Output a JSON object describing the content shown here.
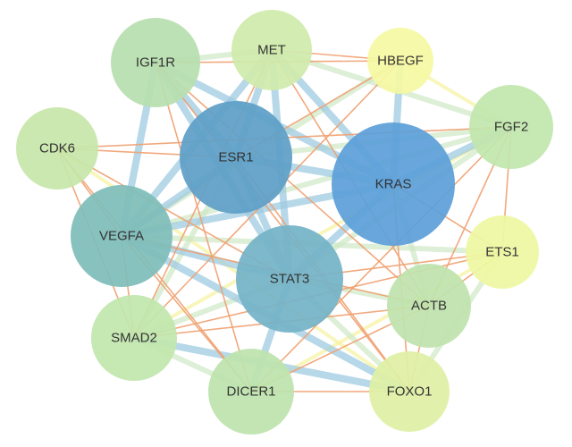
{
  "nodes": [
    {
      "id": "CDK6",
      "label": "CDK6",
      "color": "#c7e6aa"
    },
    {
      "id": "IGF1R",
      "label": "IGF1R",
      "color": "#b7dfae"
    },
    {
      "id": "MET",
      "label": "MET",
      "color": "#d0ebab"
    },
    {
      "id": "HBEGF",
      "label": "HBEGF",
      "color": "#f5f9a2"
    },
    {
      "id": "FGF2",
      "label": "FGF2",
      "color": "#c2e6ad"
    },
    {
      "id": "ESR1",
      "label": "ESR1",
      "color": "#5f9fc7"
    },
    {
      "id": "KRAS",
      "label": "KRAS",
      "color": "#5d9fd8"
    },
    {
      "id": "VEGFA",
      "label": "VEGFA",
      "color": "#7fbdb9"
    },
    {
      "id": "ETS1",
      "label": "ETS1",
      "color": "#eef7a3"
    },
    {
      "id": "STAT3",
      "label": "STAT3",
      "color": "#74b3c7"
    },
    {
      "id": "ACTB",
      "label": "ACTB",
      "color": "#bfe3ad"
    },
    {
      "id": "SMAD2",
      "label": "SMAD2",
      "color": "#c2e6ad"
    },
    {
      "id": "DICER1",
      "label": "DICER1",
      "color": "#bde3ad"
    },
    {
      "id": "FOXO1",
      "label": "FOXO1",
      "color": "#dff0a5"
    }
  ],
  "edges": [
    {
      "source": "KRAS",
      "target": "STAT3",
      "strength": "strong"
    },
    {
      "source": "KRAS",
      "target": "ESR1",
      "strength": "strong"
    },
    {
      "source": "KRAS",
      "target": "VEGFA",
      "strength": "strong"
    },
    {
      "source": "KRAS",
      "target": "FGF2",
      "strength": "strong"
    },
    {
      "source": "KRAS",
      "target": "IGF1R",
      "strength": "strong"
    },
    {
      "source": "KRAS",
      "target": "MET",
      "strength": "strong"
    },
    {
      "source": "KRAS",
      "target": "HBEGF",
      "strength": "strong"
    },
    {
      "source": "KRAS",
      "target": "ACTB",
      "strength": "medium"
    },
    {
      "source": "KRAS",
      "target": "FOXO1",
      "strength": "weak"
    },
    {
      "source": "KRAS",
      "target": "ETS1",
      "strength": "weak"
    },
    {
      "source": "ESR1",
      "target": "STAT3",
      "strength": "strong"
    },
    {
      "source": "ESR1",
      "target": "VEGFA",
      "strength": "strong"
    },
    {
      "source": "ESR1",
      "target": "IGF1R",
      "strength": "strong"
    },
    {
      "source": "ESR1",
      "target": "MET",
      "strength": "strong"
    },
    {
      "source": "ESR1",
      "target": "FGF2",
      "strength": "medium"
    },
    {
      "source": "ESR1",
      "target": "HBEGF",
      "strength": "weak"
    },
    {
      "source": "ESR1",
      "target": "CDK6",
      "strength": "weak"
    },
    {
      "source": "ESR1",
      "target": "SMAD2",
      "strength": "medium"
    },
    {
      "source": "ESR1",
      "target": "FOXO1",
      "strength": "weak"
    },
    {
      "source": "STAT3",
      "target": "VEGFA",
      "strength": "strong"
    },
    {
      "source": "STAT3",
      "target": "IGF1R",
      "strength": "strong"
    },
    {
      "source": "STAT3",
      "target": "MET",
      "strength": "strong"
    },
    {
      "source": "STAT3",
      "target": "FGF2",
      "strength": "medium"
    },
    {
      "source": "STAT3",
      "target": "DICER1",
      "strength": "strong"
    },
    {
      "source": "STAT3",
      "target": "FOXO1",
      "strength": "medium"
    },
    {
      "source": "STAT3",
      "target": "ACTB",
      "strength": "medium"
    },
    {
      "source": "STAT3",
      "target": "SMAD2",
      "strength": "medium"
    },
    {
      "source": "STAT3",
      "target": "CDK6",
      "strength": "weak"
    },
    {
      "source": "STAT3",
      "target": "ETS1",
      "strength": "weak"
    },
    {
      "source": "VEGFA",
      "target": "IGF1R",
      "strength": "strong"
    },
    {
      "source": "VEGFA",
      "target": "MET",
      "strength": "strong"
    },
    {
      "source": "VEGFA",
      "target": "FGF2",
      "strength": "medium"
    },
    {
      "source": "VEGFA",
      "target": "FOXO1",
      "strength": "strong"
    },
    {
      "source": "VEGFA",
      "target": "ETS1",
      "strength": "medium"
    },
    {
      "source": "VEGFA",
      "target": "ACTB",
      "strength": "weak"
    },
    {
      "source": "VEGFA",
      "target": "HBEGF",
      "strength": "medium"
    },
    {
      "source": "VEGFA",
      "target": "SMAD2",
      "strength": "weak"
    },
    {
      "source": "VEGFA",
      "target": "CDK6",
      "strength": "weak"
    },
    {
      "source": "VEGFA",
      "target": "DICER1",
      "strength": "weak"
    },
    {
      "source": "IGF1R",
      "target": "MET",
      "strength": "medium"
    },
    {
      "source": "IGF1R",
      "target": "HBEGF",
      "strength": "weak"
    },
    {
      "source": "IGF1R",
      "target": "ACTB",
      "strength": "weak"
    },
    {
      "source": "IGF1R",
      "target": "DICER1",
      "strength": "weak"
    },
    {
      "source": "IGF1R",
      "target": "FOXO1",
      "strength": "weak"
    },
    {
      "source": "MET",
      "target": "HBEGF",
      "strength": "weak"
    },
    {
      "source": "MET",
      "target": "FGF2",
      "strength": "medium"
    },
    {
      "source": "MET",
      "target": "ACTB",
      "strength": "weak"
    },
    {
      "source": "MET",
      "target": "SMAD2",
      "strength": "weak"
    },
    {
      "source": "HBEGF",
      "target": "FGF2",
      "strength": "faint"
    },
    {
      "source": "HBEGF",
      "target": "SMAD2",
      "strength": "weak"
    },
    {
      "source": "FGF2",
      "target": "ACTB",
      "strength": "weak"
    },
    {
      "source": "FGF2",
      "target": "ETS1",
      "strength": "weak"
    },
    {
      "source": "FGF2",
      "target": "SMAD2",
      "strength": "faint"
    },
    {
      "source": "FGF2",
      "target": "DICER1",
      "strength": "weak"
    },
    {
      "source": "FGF2",
      "target": "CDK6",
      "strength": "weak"
    },
    {
      "source": "ETS1",
      "target": "FOXO1",
      "strength": "medium"
    },
    {
      "source": "ETS1",
      "target": "SMAD2",
      "strength": "weak"
    },
    {
      "source": "ETS1",
      "target": "DICER1",
      "strength": "faint"
    },
    {
      "source": "ETS1",
      "target": "ACTB",
      "strength": "weak"
    },
    {
      "source": "ACTB",
      "target": "SMAD2",
      "strength": "weak"
    },
    {
      "source": "ACTB",
      "target": "DICER1",
      "strength": "weak"
    },
    {
      "source": "ACTB",
      "target": "FOXO1",
      "strength": "weak"
    },
    {
      "source": "SMAD2",
      "target": "FOXO1",
      "strength": "strong"
    },
    {
      "source": "SMAD2",
      "target": "DICER1",
      "strength": "medium"
    },
    {
      "source": "SMAD2",
      "target": "CDK6",
      "strength": "weak"
    },
    {
      "source": "DICER1",
      "target": "FOXO1",
      "strength": "weak"
    },
    {
      "source": "DICER1",
      "target": "CDK6",
      "strength": "weak"
    },
    {
      "source": "FOXO1",
      "target": "CDK6",
      "strength": "faint"
    }
  ],
  "edge_styles": {
    "strong": {
      "color": "#9fcbe0"
    },
    "medium": {
      "color": "#cfe8c4"
    },
    "weak": {
      "color": "#f0a070"
    },
    "faint": {
      "color": "#f7f2a0"
    }
  }
}
